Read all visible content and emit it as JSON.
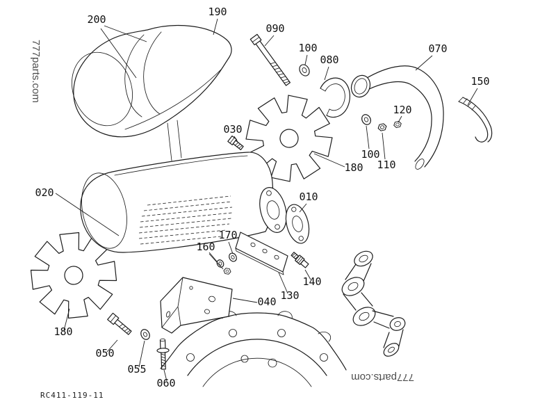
{
  "diagram": {
    "code": "RC411-119-11",
    "watermark_left": "777parts.com",
    "watermark_bottom_right": "777parts.com"
  },
  "callouts": [
    {
      "label": "200"
    },
    {
      "label": "190"
    },
    {
      "label": "090"
    },
    {
      "label": "100"
    },
    {
      "label": "080"
    },
    {
      "label": "070"
    },
    {
      "label": "150"
    },
    {
      "label": "120"
    },
    {
      "label": "030"
    },
    {
      "label": "180"
    },
    {
      "label": "100"
    },
    {
      "label": "110"
    },
    {
      "label": "020"
    },
    {
      "label": "010"
    },
    {
      "label": "170"
    },
    {
      "label": "160"
    },
    {
      "label": "140"
    },
    {
      "label": "130"
    },
    {
      "label": "040"
    },
    {
      "label": "180"
    },
    {
      "label": "050"
    },
    {
      "label": "055"
    },
    {
      "label": "060"
    }
  ]
}
